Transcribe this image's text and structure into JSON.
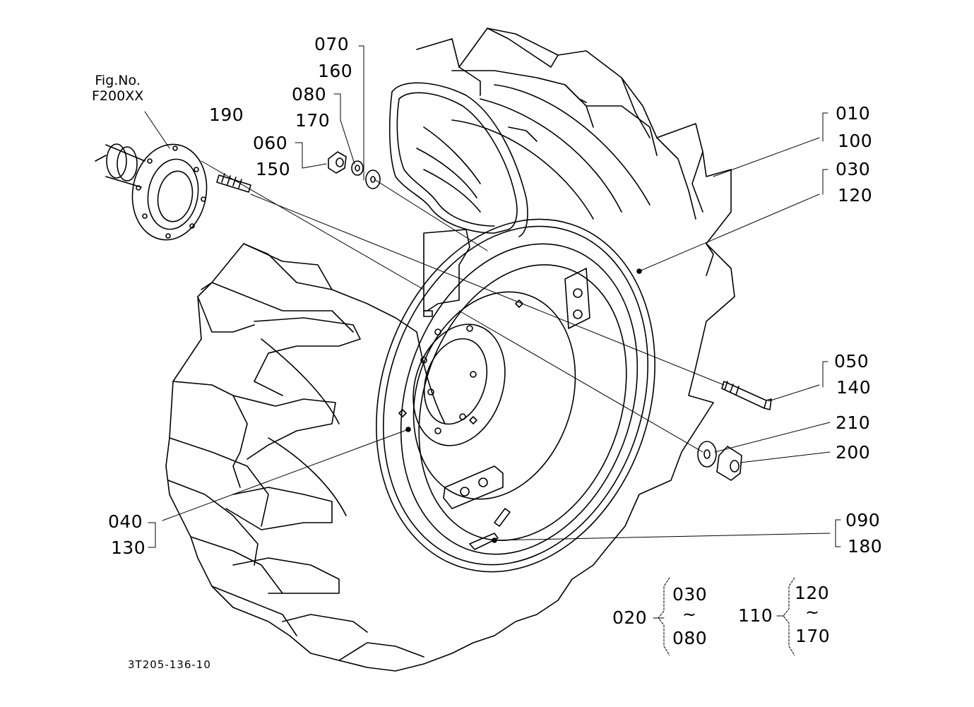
{
  "figure_ref": {
    "line1": "Fig.No.",
    "line2": "F200XX"
  },
  "drawing_code": "3T205-136-10",
  "callouts": {
    "p010": "010",
    "p100": "100",
    "p030": "030",
    "p120": "120",
    "p070": "070",
    "p160": "160",
    "p080": "080",
    "p170": "170",
    "p060": "060",
    "p150": "150",
    "p190": "190",
    "p050": "050",
    "p140": "140",
    "p210": "210",
    "p200": "200",
    "p090": "090",
    "p180": "180",
    "p040": "040",
    "p130": "130"
  },
  "assemblies": [
    {
      "parent": "020",
      "from": "030",
      "to": "080",
      "range_symbol": "~"
    },
    {
      "parent": "110",
      "from": "120",
      "to": "170",
      "range_symbol": "~"
    }
  ],
  "colors": {
    "ink": "#000000",
    "paper": "#ffffff"
  }
}
